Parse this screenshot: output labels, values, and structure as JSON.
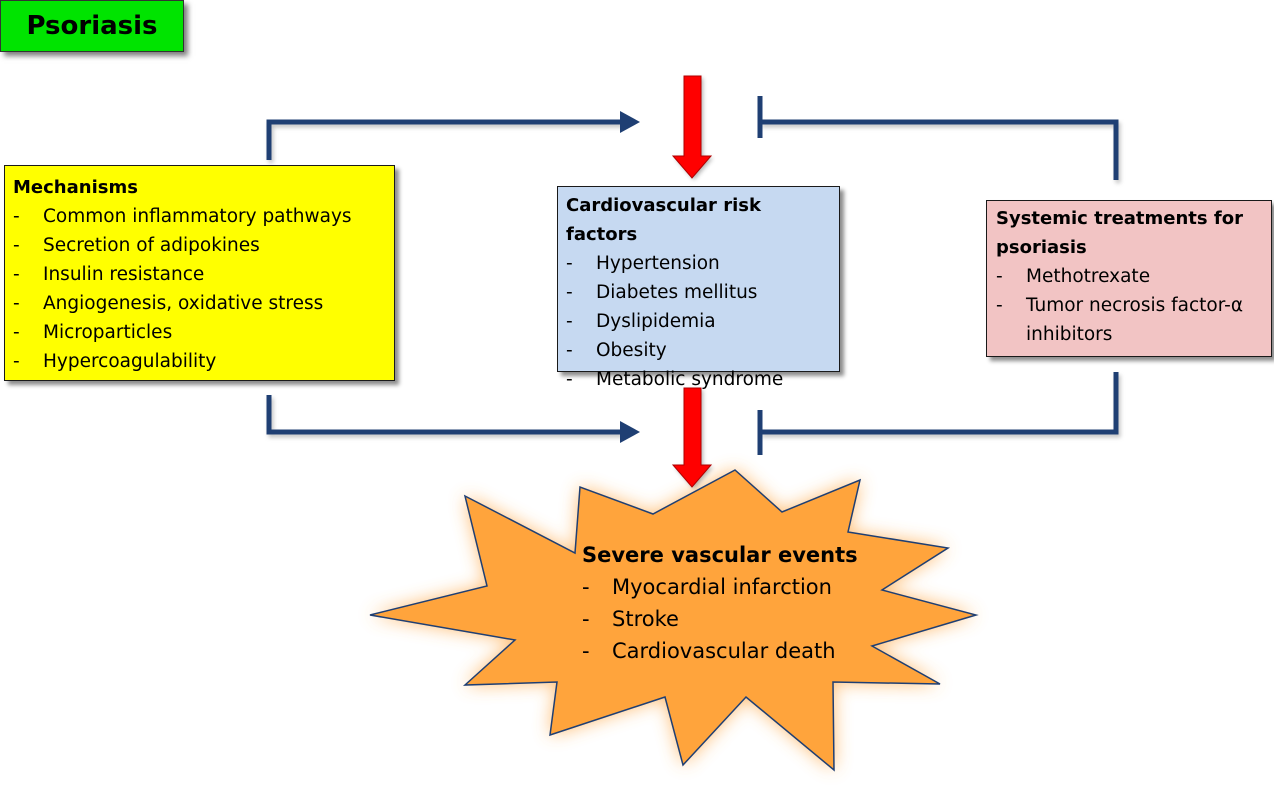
{
  "colors": {
    "psoriasis_fill": "#00e400",
    "mechanisms_fill": "#ffff00",
    "risk_fill": "#c6d9f1",
    "treatments_fill": "#f2c4c4",
    "events_fill": "#ffa43c",
    "arrow_red": "#ff0000",
    "connector_blue": "#1f3f73"
  },
  "psoriasis": {
    "label": "Psoriasis"
  },
  "mechanisms": {
    "title": "Mechanisms",
    "items": [
      "Common inflammatory pathways",
      "Secretion of adipokines",
      "Insulin resistance",
      "Angiogenesis, oxidative stress",
      "Microparticles",
      "Hypercoagulability"
    ]
  },
  "risk_factors": {
    "title": "Cardiovascular risk factors",
    "items": [
      "Hypertension",
      "Diabetes mellitus",
      "Dyslipidemia",
      "Obesity",
      "Metabolic syndrome"
    ]
  },
  "treatments": {
    "title": "Systemic treatments for psoriasis",
    "items": [
      "Methotrexate",
      "Tumor necrosis factor-α inhibitors"
    ]
  },
  "events": {
    "title": "Severe vascular events",
    "items": [
      "Myocardial infarction",
      "Stroke",
      "Cardiovascular death"
    ]
  },
  "bullet": "-"
}
